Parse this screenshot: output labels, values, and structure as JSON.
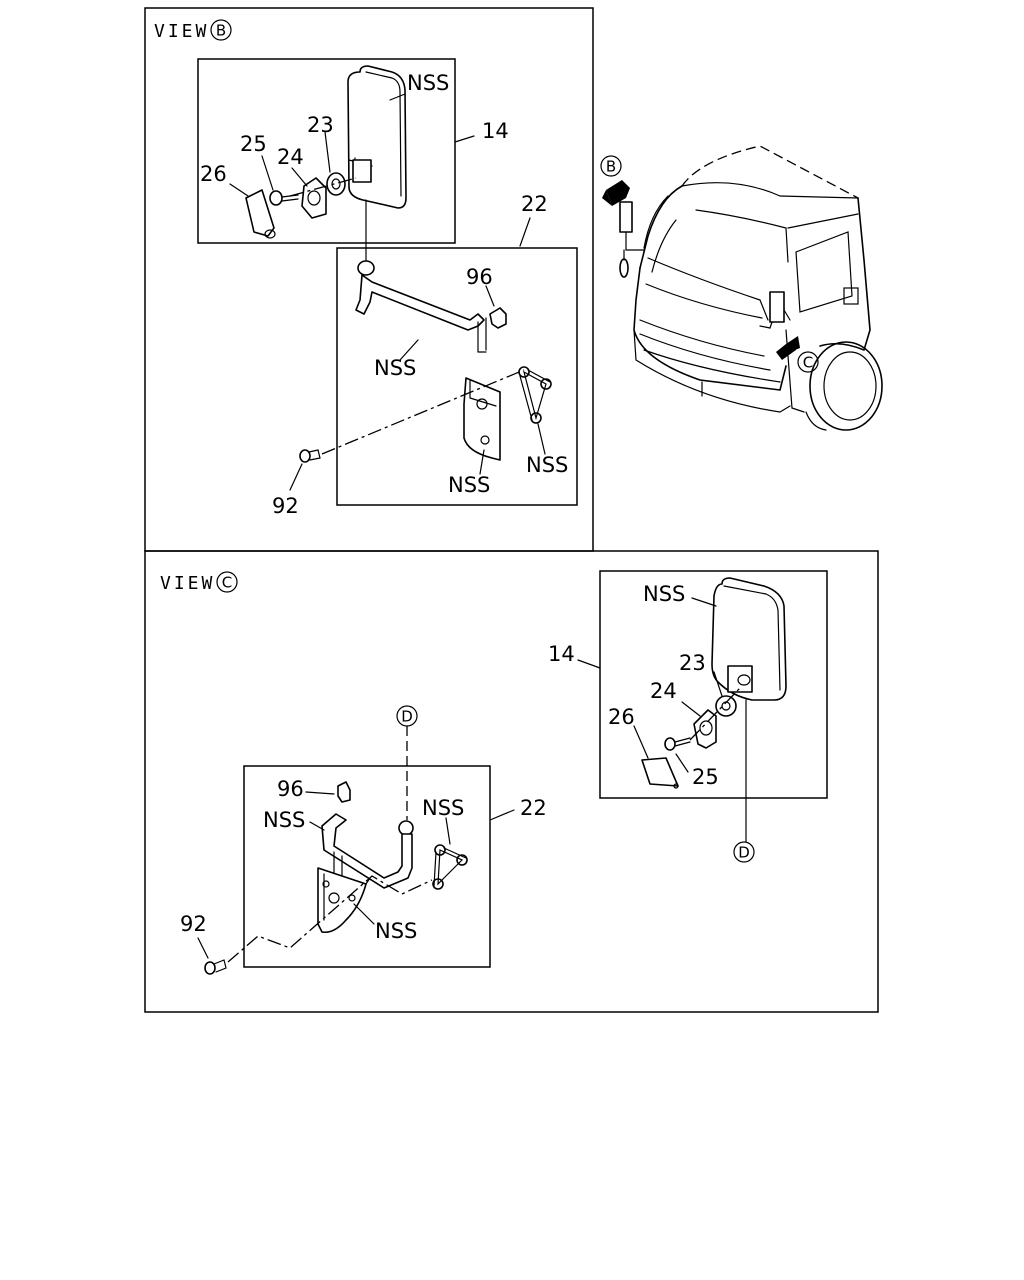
{
  "view_b": {
    "view_word": "VIEW",
    "view_letter": "B",
    "labels": {
      "nss_mirror": "NSS",
      "part_14": "14",
      "part_23": "23",
      "part_25": "25",
      "part_24": "24",
      "part_26": "26",
      "part_22": "22",
      "part_96": "96",
      "nss_rod": "NSS",
      "nss_links": "NSS",
      "nss_bracket": "NSS",
      "part_92": "92"
    }
  },
  "view_c": {
    "view_word": "VIEW",
    "view_letter": "C",
    "labels": {
      "nss_mirror": "NSS",
      "part_14": "14",
      "part_23": "23",
      "part_24": "24",
      "part_26": "26",
      "part_25": "25",
      "ref_d_top": "D",
      "ref_d_bottom": "D",
      "part_96": "96",
      "part_22": "22",
      "nss_rod": "NSS",
      "nss_links": "NSS",
      "nss_bracket": "NSS",
      "part_92": "92"
    }
  },
  "truck": {
    "arrow_b": "B",
    "arrow_c": "C"
  }
}
